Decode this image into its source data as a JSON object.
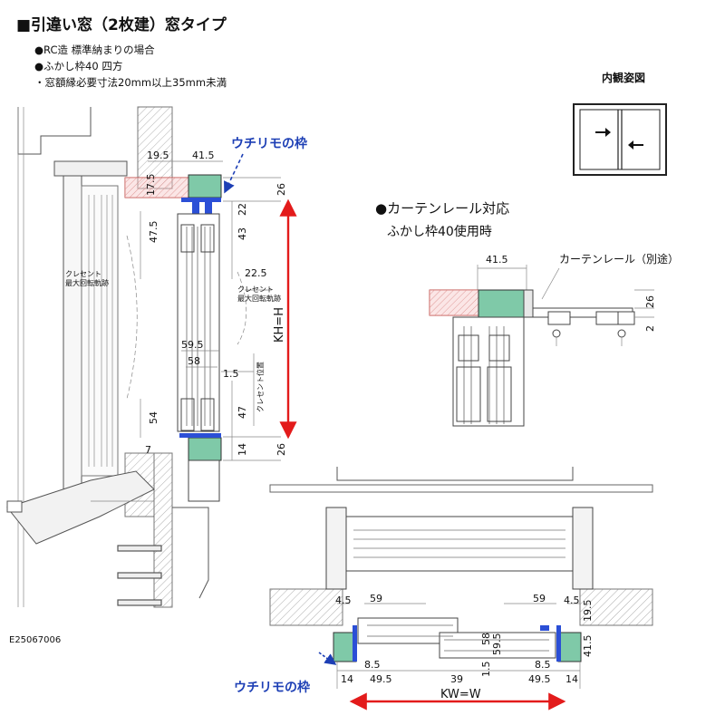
{
  "header": {
    "title": "■引違い窓（2枚建）窓タイプ",
    "notes": [
      "●RC造  標準納まりの場合",
      "●ふかし枠40 四方",
      "・窓額縁必要寸法20mm以上35mm未満"
    ]
  },
  "front_view": {
    "label": "内観姿図"
  },
  "curtain_rail": {
    "heading": "●カーテンレール対応",
    "subheading": "ふかし枠40使用時",
    "rail_label": "カーテンレール（別途）",
    "dims": {
      "top": "41.5",
      "right_a": "26",
      "right_b": "2"
    }
  },
  "vertical_section": {
    "uchi_label": "ウチリモの枠",
    "crescent_label_a": "クレセント\n最大回転軌跡",
    "crescent_label_b": "クレセント\n最大回転軌跡",
    "crescent_position": "クレセント位置",
    "height_label": "KH=H",
    "dims": {
      "d19_5": "19.5",
      "d41_5": "41.5",
      "d17_5": "17.5",
      "d26_top": "26",
      "d47_5": "47.5",
      "d22": "22",
      "d43": "43",
      "d22_5": "22.5",
      "d59_5": "59.5",
      "d58": "58",
      "d1_5": "1.5",
      "d54": "54",
      "d47": "47",
      "d7": "7",
      "d14": "14",
      "d26_bottom": "26"
    }
  },
  "horizontal_section": {
    "uchi_label": "ウチリモの枠",
    "width_label": "KW=W",
    "dims": {
      "l4_5": "4.5",
      "l59": "59",
      "r59": "59",
      "r4_5": "4.5",
      "r19_5": "19.5",
      "r41_5": "41.5",
      "c58": "58",
      "c59_5": "59.5",
      "c1_5": "1.5",
      "l8_5": "8.5",
      "r8_5": "8.5",
      "l14": "14",
      "l49_5": "49.5",
      "c39": "39",
      "r49_5": "49.5",
      "r14": "14"
    }
  },
  "drawing_code": "E25067006"
}
